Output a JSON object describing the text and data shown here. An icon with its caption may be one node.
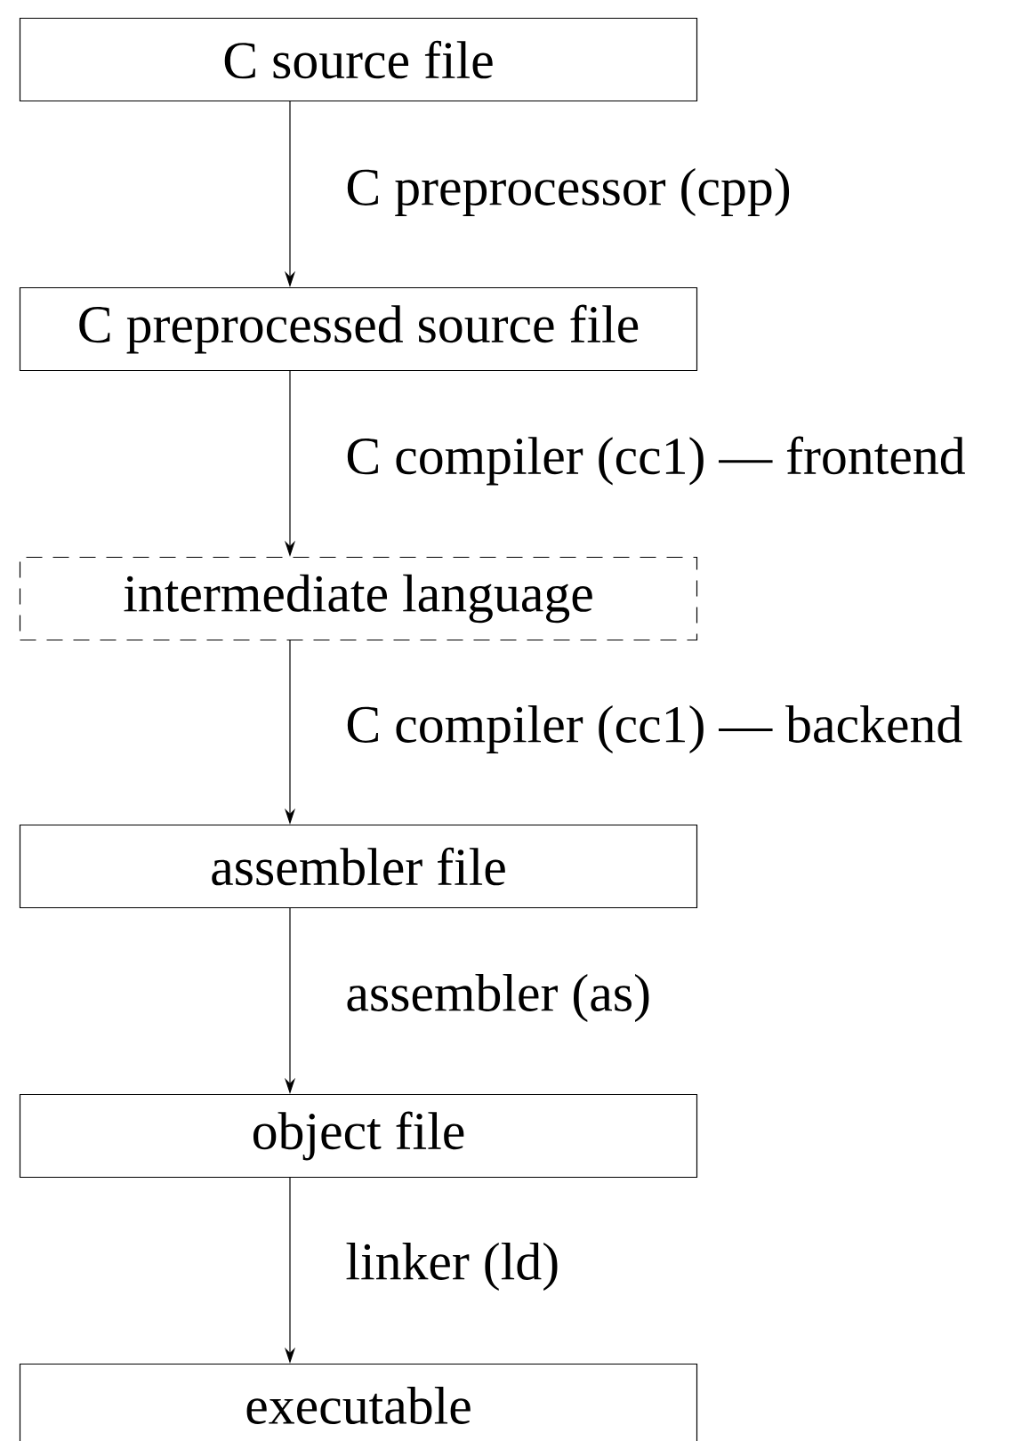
{
  "diagram": {
    "nodes": [
      {
        "text": [
          "C source file"
        ]
      },
      {
        "text": [
          "C preprocessed source file"
        ]
      },
      {
        "text": [
          "intermediate language"
        ]
      },
      {
        "text": [
          "assembler file"
        ]
      },
      {
        "text": [
          "object file"
        ]
      },
      {
        "text": [
          "executable"
        ]
      }
    ],
    "edges": [
      {
        "from": 0,
        "to": 1,
        "arrow": "to",
        "label": "C preprocessor (cpp)"
      },
      {
        "from": 1,
        "to": 2,
        "arrow": "to",
        "label": "C compiler (cc1) — frontend"
      },
      {
        "from": 2,
        "to": 3,
        "arrow": "to",
        "label": "C compiler (cc1) — backend"
      },
      {
        "from": 3,
        "to": 4,
        "arrow": "to",
        "label": "assembler (as)"
      },
      {
        "from": 4,
        "to": 5,
        "arrow": "to",
        "label": "linker (ld)"
      }
    ]
  }
}
